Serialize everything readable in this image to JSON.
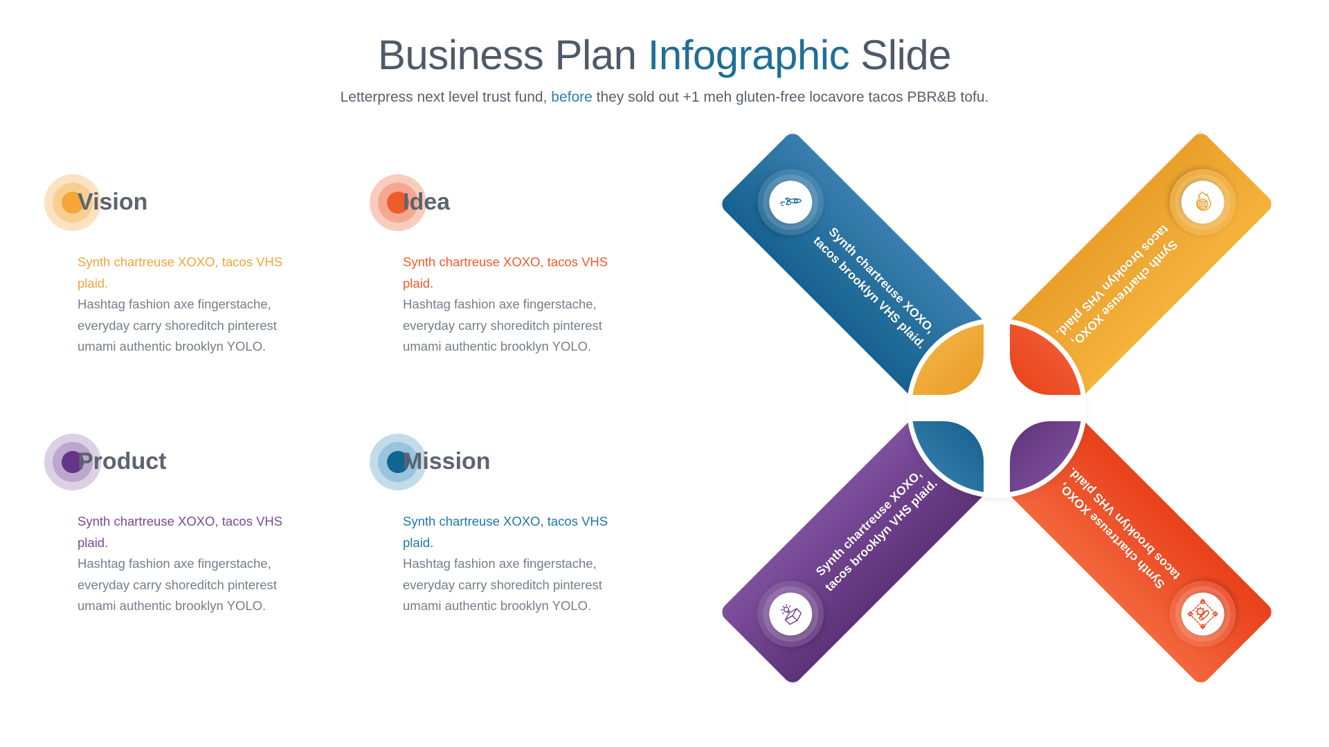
{
  "header": {
    "title_part1": "Business Plan ",
    "title_accent": "Infographic",
    "title_part2": " Slide",
    "subtitle_part1": "Letterpress next level trust fund, ",
    "subtitle_accent": "before",
    "subtitle_part2": " they sold out +1 meh gluten-free locavore tacos PBR&B tofu."
  },
  "features": [
    {
      "title": "Vision",
      "lead": "Synth chartreuse XOXO, tacos VHS plaid.",
      "body": "Hashtag fashion axe fingerstache, everyday carry shoreditch pinterest umami authentic brooklyn YOLO.",
      "color": "#f0a73a",
      "ring_outer": "#fbe3c2",
      "ring_mid": "#f8cf93",
      "ring_inner": "#f4a638"
    },
    {
      "title": "Idea",
      "lead": "Synth chartreuse XOXO, tacos VHS plaid.",
      "body": "Hashtag fashion axe fingerstache, everyday carry shoreditch pinterest umami authentic brooklyn YOLO.",
      "color": "#ef5c2b",
      "ring_outer": "#f9cdbd",
      "ring_mid": "#f5a88f",
      "ring_inner": "#ef5c2b"
    },
    {
      "title": "Product",
      "lead": "Synth chartreuse XOXO, tacos VHS plaid.",
      "body": "Hashtag fashion axe fingerstache, everyday carry shoreditch pinterest umami authentic brooklyn YOLO.",
      "color": "#7a4897",
      "ring_outer": "#ddd0e6",
      "ring_mid": "#bca7cd",
      "ring_inner": "#66358a"
    },
    {
      "title": "Mission",
      "lead": "Synth chartreuse XOXO, tacos VHS plaid.",
      "body": "Hashtag fashion axe fingerstache, everyday carry shoreditch pinterest umami authentic brooklyn YOLO.",
      "color": "#1b78a8",
      "ring_outer": "#c3dcea",
      "ring_mid": "#9ac4dc",
      "ring_inner": "#106591"
    }
  ],
  "diagram": {
    "arrows": [
      {
        "key": "orange",
        "label": "Synth chartreuse XOXO, tacos brooklyn VHS plaid.",
        "icon": "head-maze-icon",
        "color_from": "#f5b23c",
        "color_to": "#e9a02b"
      },
      {
        "key": "red",
        "label": "Synth chartreuse XOXO, tacos brooklyn VHS plaid.",
        "icon": "pencil-design-icon",
        "color_from": "#f3663c",
        "color_to": "#e8401a"
      },
      {
        "key": "purple",
        "label": "Synth chartreuse XOXO, tacos brooklyn VHS plaid.",
        "icon": "product-box-icon",
        "color_from": "#7e4f9e",
        "color_to": "#5d3277"
      },
      {
        "key": "blue",
        "label": "Synth chartreuse XOXO, tacos brooklyn VHS plaid.",
        "icon": "rocket-icon",
        "color_from": "#3a7fae",
        "color_to": "#15618f"
      }
    ],
    "hub": {
      "blade_orange": "#f0a73a",
      "blade_red": "#ef5c2b",
      "blade_purple": "#7a4897",
      "blade_blue": "#1b78a8"
    }
  }
}
